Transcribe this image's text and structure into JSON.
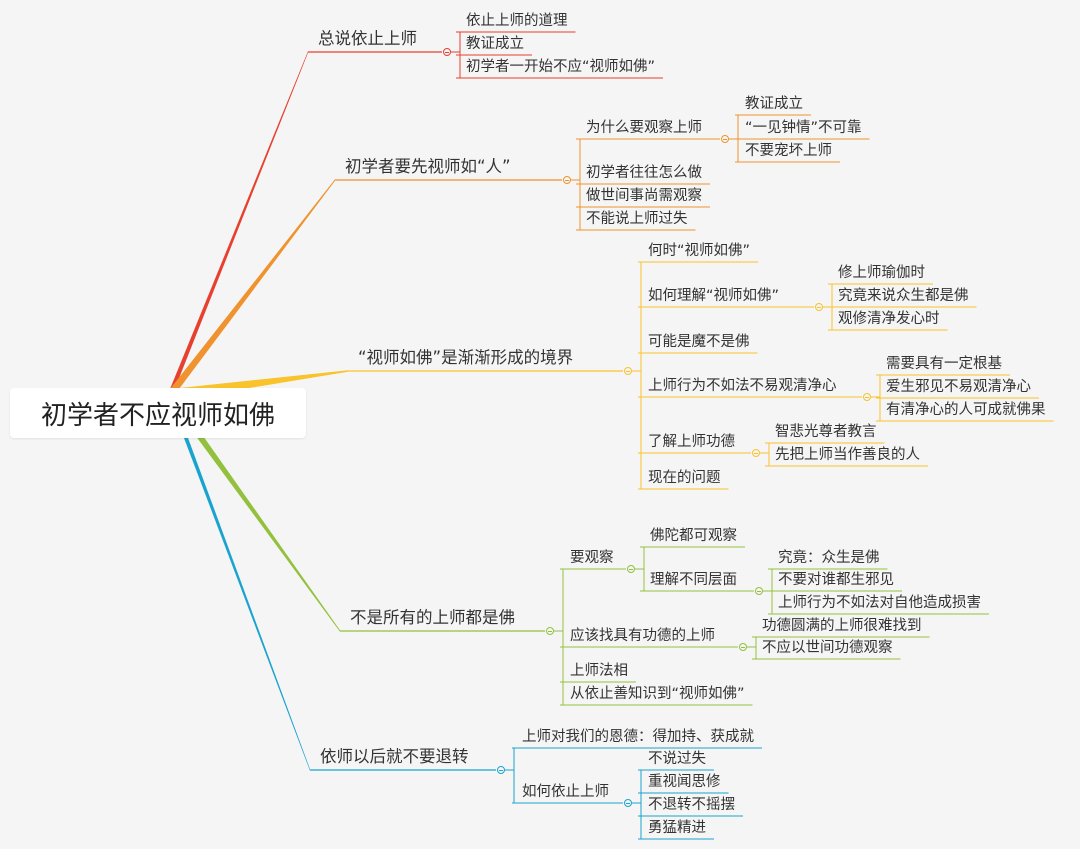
{
  "root": {
    "label": "初学者不应视师如佛"
  },
  "colors": {
    "red": "#e8402f",
    "orange": "#f0922e",
    "yellow": "#f9c32b",
    "green": "#93c13f",
    "blue": "#1aa3cf"
  },
  "branches": [
    {
      "label": "总说依止上师",
      "children": [
        {
          "label": "依止上师的道理"
        },
        {
          "label": "教证成立"
        },
        {
          "label": "初学者一开始不应“视师如佛”"
        }
      ]
    },
    {
      "label": "初学者要先视师如“人”",
      "children": [
        {
          "label": "为什么要观察上师",
          "children": [
            {
              "label": "教证成立"
            },
            {
              "label": "“一见钟情”不可靠"
            },
            {
              "label": "不要宠坏上师"
            }
          ]
        },
        {
          "label": "初学者往往怎么做"
        },
        {
          "label": "做世间事尚需观察"
        },
        {
          "label": "不能说上师过失"
        }
      ]
    },
    {
      "label": "“视师如佛”是渐渐形成的境界",
      "children": [
        {
          "label": "何时“视师如佛”"
        },
        {
          "label": "如何理解“视师如佛”",
          "children": [
            {
              "label": "修上师瑜伽时"
            },
            {
              "label": "究竟来说众生都是佛"
            },
            {
              "label": "观修清净发心时"
            }
          ]
        },
        {
          "label": "可能是魔不是佛"
        },
        {
          "label": "上师行为不如法不易观清净心",
          "children": [
            {
              "label": "需要具有一定根基"
            },
            {
              "label": "爱生邪见不易观清净心"
            },
            {
              "label": "有清净心的人可成就佛果"
            }
          ]
        },
        {
          "label": "了解上师功德",
          "children": [
            {
              "label": "智悲光尊者教言"
            },
            {
              "label": "先把上师当作善良的人"
            }
          ]
        },
        {
          "label": "现在的问题"
        }
      ]
    },
    {
      "label": "不是所有的上师都是佛",
      "children": [
        {
          "label": "要观察",
          "children": [
            {
              "label": "佛陀都可观察"
            },
            {
              "label": "理解不同层面",
              "children": [
                {
                  "label": "究竟：众生是佛"
                },
                {
                  "label": "不要对谁都生邪见"
                },
                {
                  "label": "上师行为不如法对自他造成损害"
                }
              ]
            }
          ]
        },
        {
          "label": "应该找具有功德的上师",
          "children": [
            {
              "label": "功德圆满的上师很难找到"
            },
            {
              "label": "不应以世间功德观察"
            }
          ]
        },
        {
          "label": "上师法相"
        },
        {
          "label": "从依止善知识到“视师如佛”"
        }
      ]
    },
    {
      "label": "依师以后就不要退转",
      "children": [
        {
          "label": "上师对我们的恩德：得加持、获成就"
        },
        {
          "label": "如何依止上师",
          "children": [
            {
              "label": "不说过失"
            },
            {
              "label": "重视闻思修"
            },
            {
              "label": "不退转不摇摆"
            },
            {
              "label": "勇猛精进"
            }
          ]
        }
      ]
    }
  ]
}
